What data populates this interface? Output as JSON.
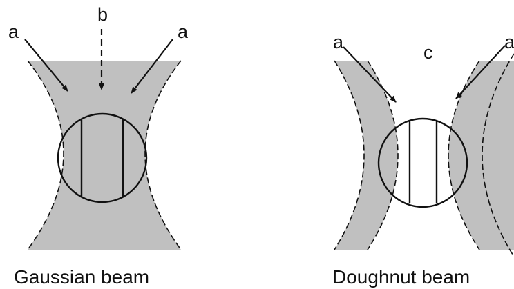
{
  "diagram": {
    "colors": {
      "beam_fill": "#c0c0c0",
      "ink": "#111111",
      "background": "#ffffff"
    },
    "gaussian": {
      "caption": "Gaussian beam",
      "edge_arrow_label": "a",
      "center_arrow_label": "b"
    },
    "doughnut": {
      "caption": "Doughnut beam",
      "edge_arrow_label": "a",
      "center_label": "c"
    }
  }
}
